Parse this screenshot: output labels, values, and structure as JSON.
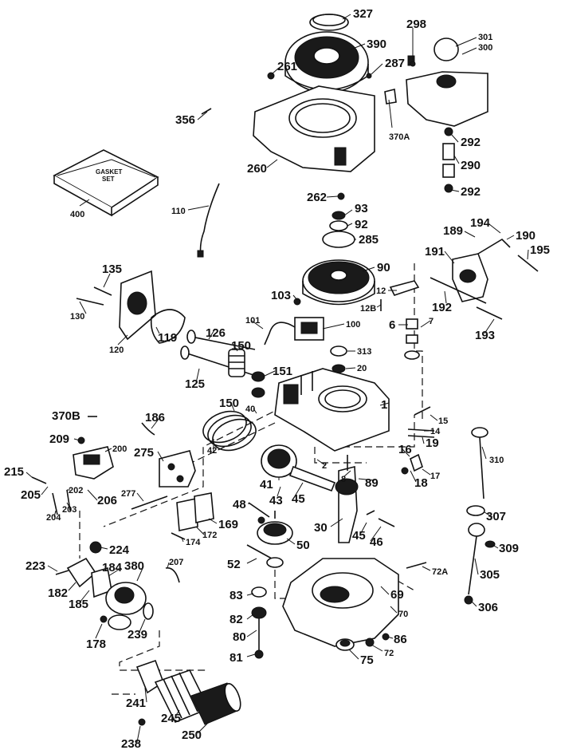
{
  "gasket_box": {
    "line1": "GASKET",
    "line2": "SET"
  },
  "parts": {
    "p327": "327",
    "p390": "390",
    "p298": "298",
    "p301": "301",
    "p300": "300",
    "p261": "261",
    "p287": "287",
    "p356": "356",
    "p370A": "370A",
    "p292a": "292",
    "p290": "290",
    "p292b": "292",
    "p260": "260",
    "p262": "262",
    "p400": "400",
    "p110": "110",
    "p93": "93",
    "p92": "92",
    "p285": "285",
    "p189": "189",
    "p194": "194",
    "p190": "190",
    "p195": "195",
    "p191": "191",
    "p135": "135",
    "p90": "90",
    "p12": "12",
    "p130": "130",
    "p103": "103",
    "p12B": "12B",
    "p192": "192",
    "p120": "120",
    "p119": "119",
    "p126": "126",
    "p101": "101",
    "p100": "100",
    "p6": "6",
    "p7": "7",
    "p193": "193",
    "p150a": "150",
    "p313": "313",
    "p20": "20",
    "p125": "125",
    "p151": "151",
    "p150b": "150",
    "p40": "40",
    "p1": "1",
    "p370B": "370B",
    "p186": "186",
    "p15": "15",
    "p14": "14",
    "p19": "19",
    "p209": "209",
    "p200": "200",
    "p42": "42",
    "p275": "275",
    "p16": "16",
    "p2": "2",
    "p310": "310",
    "p215": "215",
    "p202": "202",
    "p205": "205",
    "p206": "206",
    "p203": "203",
    "p204": "204",
    "p41": "41",
    "p43": "43",
    "p45a": "45",
    "p8": "8",
    "p89": "89",
    "p18": "18",
    "p17": "17",
    "p277": "277",
    "p48": "48",
    "p169": "169",
    "p172": "172",
    "p174": "174",
    "p30": "30",
    "p45b": "45",
    "p46": "46",
    "p307": "307",
    "p224": "224",
    "p50": "50",
    "p309": "309",
    "p223": "223",
    "p380": "380",
    "p207": "207",
    "p184": "184",
    "p52": "52",
    "p72A": "72A",
    "p305": "305",
    "p182": "182",
    "p185": "185",
    "p69": "69",
    "p83": "83",
    "p70": "70",
    "p306": "306",
    "p82": "82",
    "p239": "239",
    "p178": "178",
    "p80": "80",
    "p86": "86",
    "p81": "81",
    "p75": "75",
    "p72": "72",
    "p241": "241",
    "p245": "245",
    "p250": "250",
    "p238": "238"
  }
}
